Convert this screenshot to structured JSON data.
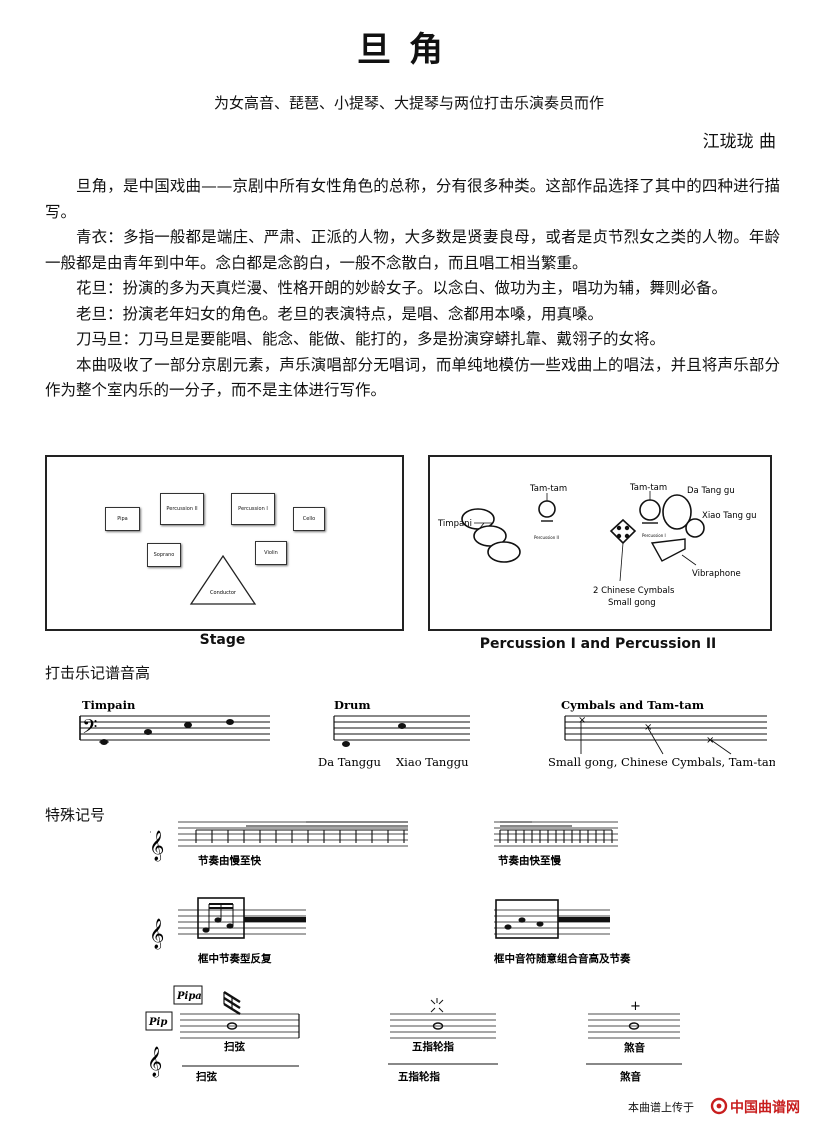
{
  "header": {
    "title": "旦角",
    "subtitle": "为女高音、琵琶、小提琴、大提琴与两位打击乐演奏员而作",
    "composer": "江珑珑 曲"
  },
  "intro": [
    "旦角，是中国戏曲——京剧中所有女性角色的总称，分有很多种类。这部作品选择了其中的四种进行描写。",
    "青衣：多指一般都是端庄、严肃、正派的人物，大多数是贤妻良母，或者是贞节烈女之类的人物。年龄一般都是由青年到中年。念白都是念韵白，一般不念散白，而且唱工相当繁重。",
    "花旦：扮演的多为天真烂漫、性格开朗的妙龄女子。以念白、做功为主，唱功为辅，舞则必备。",
    "老旦：扮演老年妇女的角色。老旦的表演特点，是唱、念都用本嗓，用真嗓。",
    "刀马旦：刀马旦是要能唱、能念、能做、能打的，多是扮演穿蟒扎靠、戴翎子的女将。",
    "本曲吸收了一部分京剧元素，声乐演唱部分无唱词，而单纯地模仿一些戏曲上的唱法，并且将声乐部分作为整个室内乐的一分子，而不是主体进行写作。"
  ],
  "stage": {
    "caption": "Stage",
    "seats": [
      "Pipa",
      "Percussion II",
      "Percussion I",
      "Cello",
      "Soprano",
      "Violin",
      "Conductor"
    ]
  },
  "percussion": {
    "caption": "Percussion I  and Percussion II",
    "labels": {
      "tamtam1": "Tam-tam",
      "tamtam2": "Tam-tam",
      "timpani": "Timpani",
      "perc2": "Percussion II",
      "perc1": "Percussion I",
      "datanggu": "Da Tang gu",
      "xiaotanggu": "Xiao Tang gu",
      "vibraphone": "Vibraphone",
      "cymbals": "2 Chinese Cymbals",
      "gong": "Small gong"
    }
  },
  "notation": {
    "heading": "打击乐记谱音高",
    "timpani": "Timpain",
    "drum": "Drum",
    "da_tanggu": "Da Tanggu",
    "xiao_tanggu": "Xiao Tanggu",
    "cymbals_title": "Cymbals and Tam-tam",
    "cymbals_labels": "Small gong, Chinese Cymbals, Tam-tam"
  },
  "symbols": {
    "heading": "特殊记号",
    "accel": "节奏由慢至快",
    "rit": "节奏由快至慢",
    "box_repeat": "框中节奏型反复",
    "box_random": "框中音符随意组合音高及节奏",
    "pipa_box1": "Pipa",
    "pipa_box2": "Pip",
    "sweep": "扫弦",
    "sweep2": "扫弦",
    "lunzhi": "五指轮指",
    "lunzhi2": "五指轮指",
    "sha": "煞音",
    "sha2": "煞音"
  },
  "footer": {
    "text": "本曲谱上传于",
    "brand": "中国曲谱网"
  }
}
